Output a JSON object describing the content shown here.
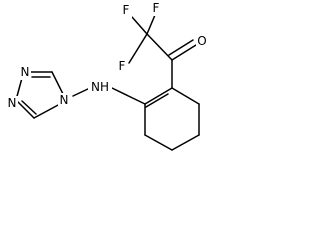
{
  "molecule": {
    "atoms": {
      "F1": "F",
      "F2": "F",
      "F3": "F",
      "O": "O",
      "NH": "NH",
      "N_ring": "N",
      "N_a": "N",
      "N_b": "N"
    }
  },
  "colors": {
    "bond": "#000000",
    "text": "#000000",
    "background": "#ffffff"
  }
}
